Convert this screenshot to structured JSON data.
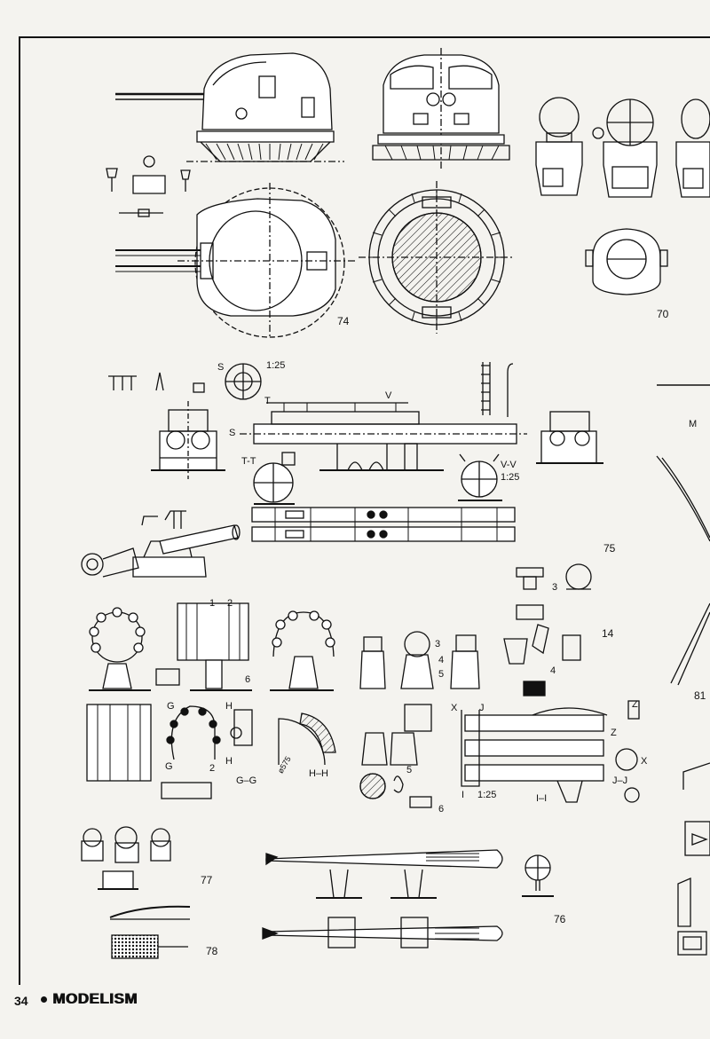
{
  "page": {
    "number": "34",
    "magazine": "MODELISM"
  },
  "labels": {
    "f74": "74",
    "f70": "70",
    "f75": "75",
    "f14": "14",
    "f81": "81",
    "f77": "77",
    "f78": "78",
    "f76": "76",
    "s_top": "S",
    "s_side": "S",
    "scale_top": "1:25",
    "t": "T",
    "v": "V",
    "m": "M",
    "tt": "T-T",
    "vv": "V-V",
    "scale_vv": "1:25",
    "n1": "1",
    "n2": "2",
    "n6": "6",
    "n3a": "3",
    "n3b": "3",
    "n4a": "4",
    "n4b": "4",
    "n5a": "5",
    "n5b": "5",
    "n6b": "6",
    "g1": "G",
    "g2": "G",
    "h1": "H",
    "h2": "H",
    "n2b": "2",
    "gg": "G–G",
    "hh": "H–H",
    "d575": "ø575",
    "x1": "X",
    "x2": "X",
    "j1": "J",
    "z1": "Z",
    "z2": "Z",
    "jj": "J–J",
    "ii": "I–I",
    "i1": "I",
    "scale_14": "1:25"
  },
  "colors": {
    "ink": "#111111",
    "paper": "#f4f3ef"
  }
}
